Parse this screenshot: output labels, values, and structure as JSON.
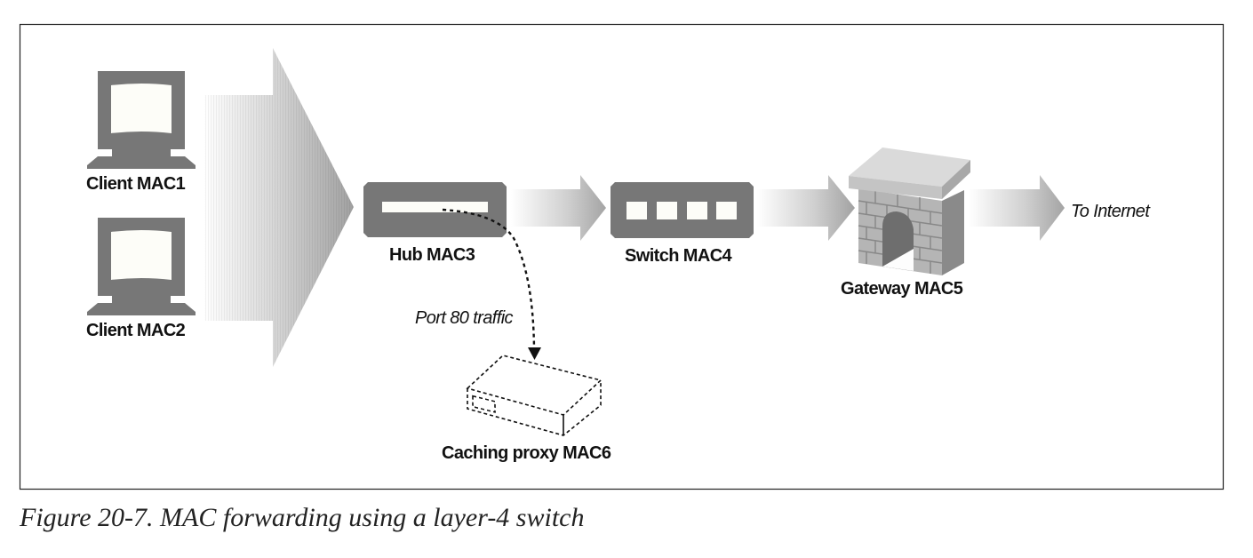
{
  "figure": {
    "caption": "Figure 20-7. MAC forwarding using a layer-4 switch"
  },
  "nodes": {
    "client1": {
      "label": "Client MAC1",
      "icon": "computer-icon"
    },
    "client2": {
      "label": "Client MAC2",
      "icon": "computer-icon"
    },
    "hub": {
      "label": "Hub MAC3",
      "icon": "hub-icon"
    },
    "switch": {
      "label": "Switch MAC4",
      "icon": "switch-icon"
    },
    "gateway": {
      "label": "Gateway MAC5",
      "icon": "gateway-arch-icon"
    },
    "proxy": {
      "label": "Caching proxy MAC6",
      "icon": "server-box-icon"
    }
  },
  "annotations": {
    "internet": "To Internet",
    "port80": "Port 80 traffic"
  },
  "colors": {
    "device": "#777777",
    "device_light": "#fdfdf8",
    "frame": "#222222",
    "arrow_dark": "#a8a8a8",
    "arrow_light": "#ffffff"
  }
}
